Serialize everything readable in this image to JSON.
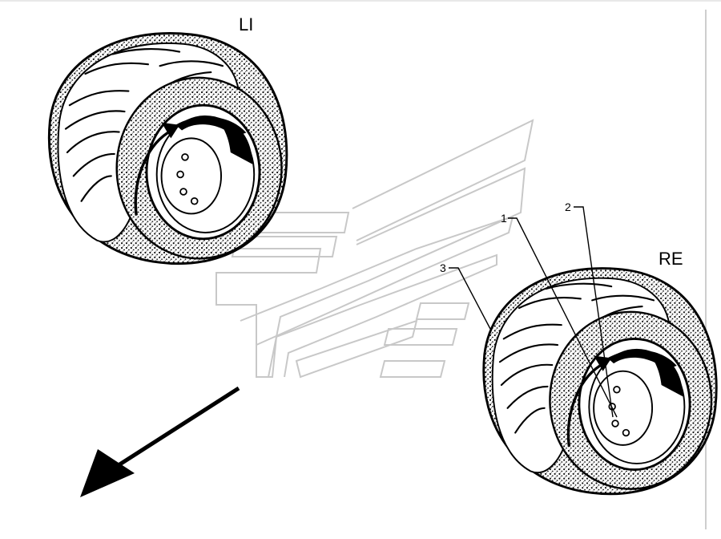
{
  "diagram": {
    "side_labels": {
      "left": "LI",
      "right": "RE"
    },
    "callouts": [
      {
        "id": "1",
        "label": "1"
      },
      {
        "id": "2",
        "label": "2"
      },
      {
        "id": "3",
        "label": "3"
      }
    ],
    "watermark_icon": "stylized-logo-watermark",
    "direction_icon": "travel-direction-arrow",
    "colors": {
      "ink": "#000000",
      "watermark": "#c8c8c8",
      "frame": "#bdbdbd"
    }
  }
}
